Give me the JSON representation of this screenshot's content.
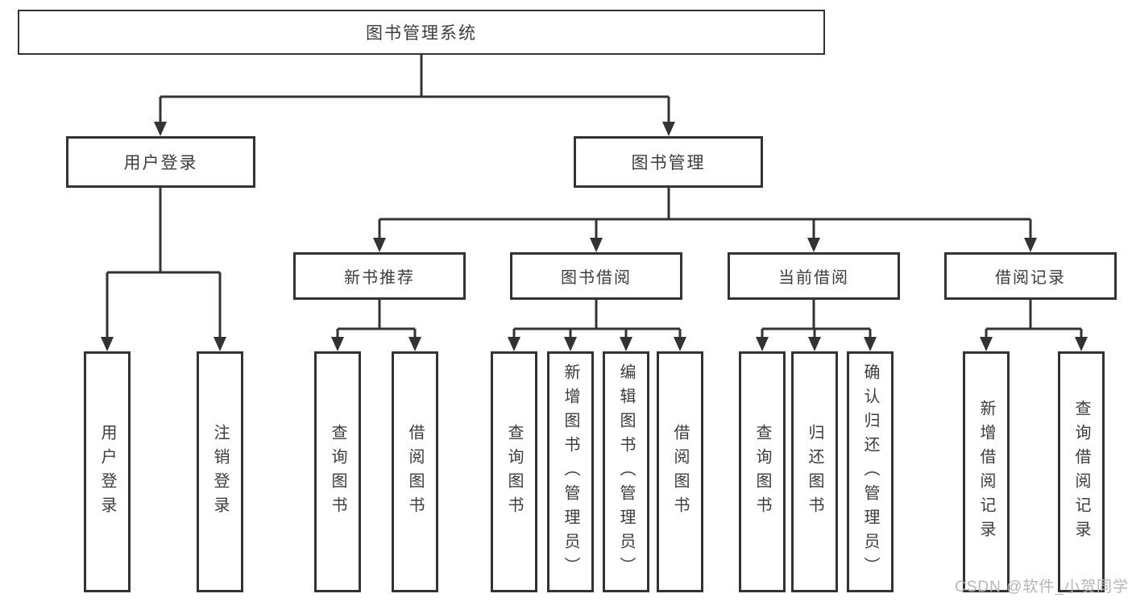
{
  "diagram": {
    "root": {
      "label": "图书管理系统"
    },
    "branches": [
      {
        "label": "用户登录",
        "children": [
          {
            "label": "用户登录"
          },
          {
            "label": "注销登录"
          }
        ]
      },
      {
        "label": "图书管理",
        "children": [
          {
            "label": "新书推荐",
            "children": [
              {
                "label": "查询图书"
              },
              {
                "label": "借阅图书"
              }
            ]
          },
          {
            "label": "图书借阅",
            "children": [
              {
                "label": "查询图书"
              },
              {
                "label": "新增图书（管理员）"
              },
              {
                "label": "编辑图书（管理员）"
              },
              {
                "label": "借阅图书"
              }
            ]
          },
          {
            "label": "当前借阅",
            "children": [
              {
                "label": "查询图书"
              },
              {
                "label": "归还图书"
              },
              {
                "label": "确认归还（管理员）"
              }
            ]
          },
          {
            "label": "借阅记录",
            "children": [
              {
                "label": "新增借阅记录"
              },
              {
                "label": "查询借阅记录"
              }
            ]
          }
        ]
      }
    ]
  },
  "watermark": "CSDN @软件_小贺同学",
  "colors": {
    "line": "#333333",
    "border": "#333333",
    "text": "#3c3c3c",
    "background": "#ffffff",
    "watermark": "#b3b7bc"
  }
}
